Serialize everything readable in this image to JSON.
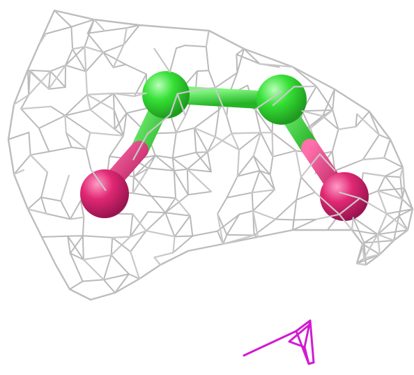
{
  "scene": {
    "kind": "molecular-visualization",
    "background": "#ffffff",
    "mesh_color": "#c8c8c8",
    "mesh_edge_color": "#9a9a9a",
    "atoms": [
      {
        "element_color": "#35e035",
        "role": "carbon",
        "name": "atom-green-1"
      },
      {
        "element_color": "#35e035",
        "role": "carbon",
        "name": "atom-green-2"
      },
      {
        "element_color": "#e02873",
        "role": "oxygen",
        "name": "atom-pink-1"
      },
      {
        "element_color": "#e02873",
        "role": "oxygen",
        "name": "atom-pink-2"
      }
    ],
    "bond_colors": {
      "green": "#3ed43e",
      "pink": "#e0317f"
    },
    "marker_color": "#d21ad2"
  }
}
